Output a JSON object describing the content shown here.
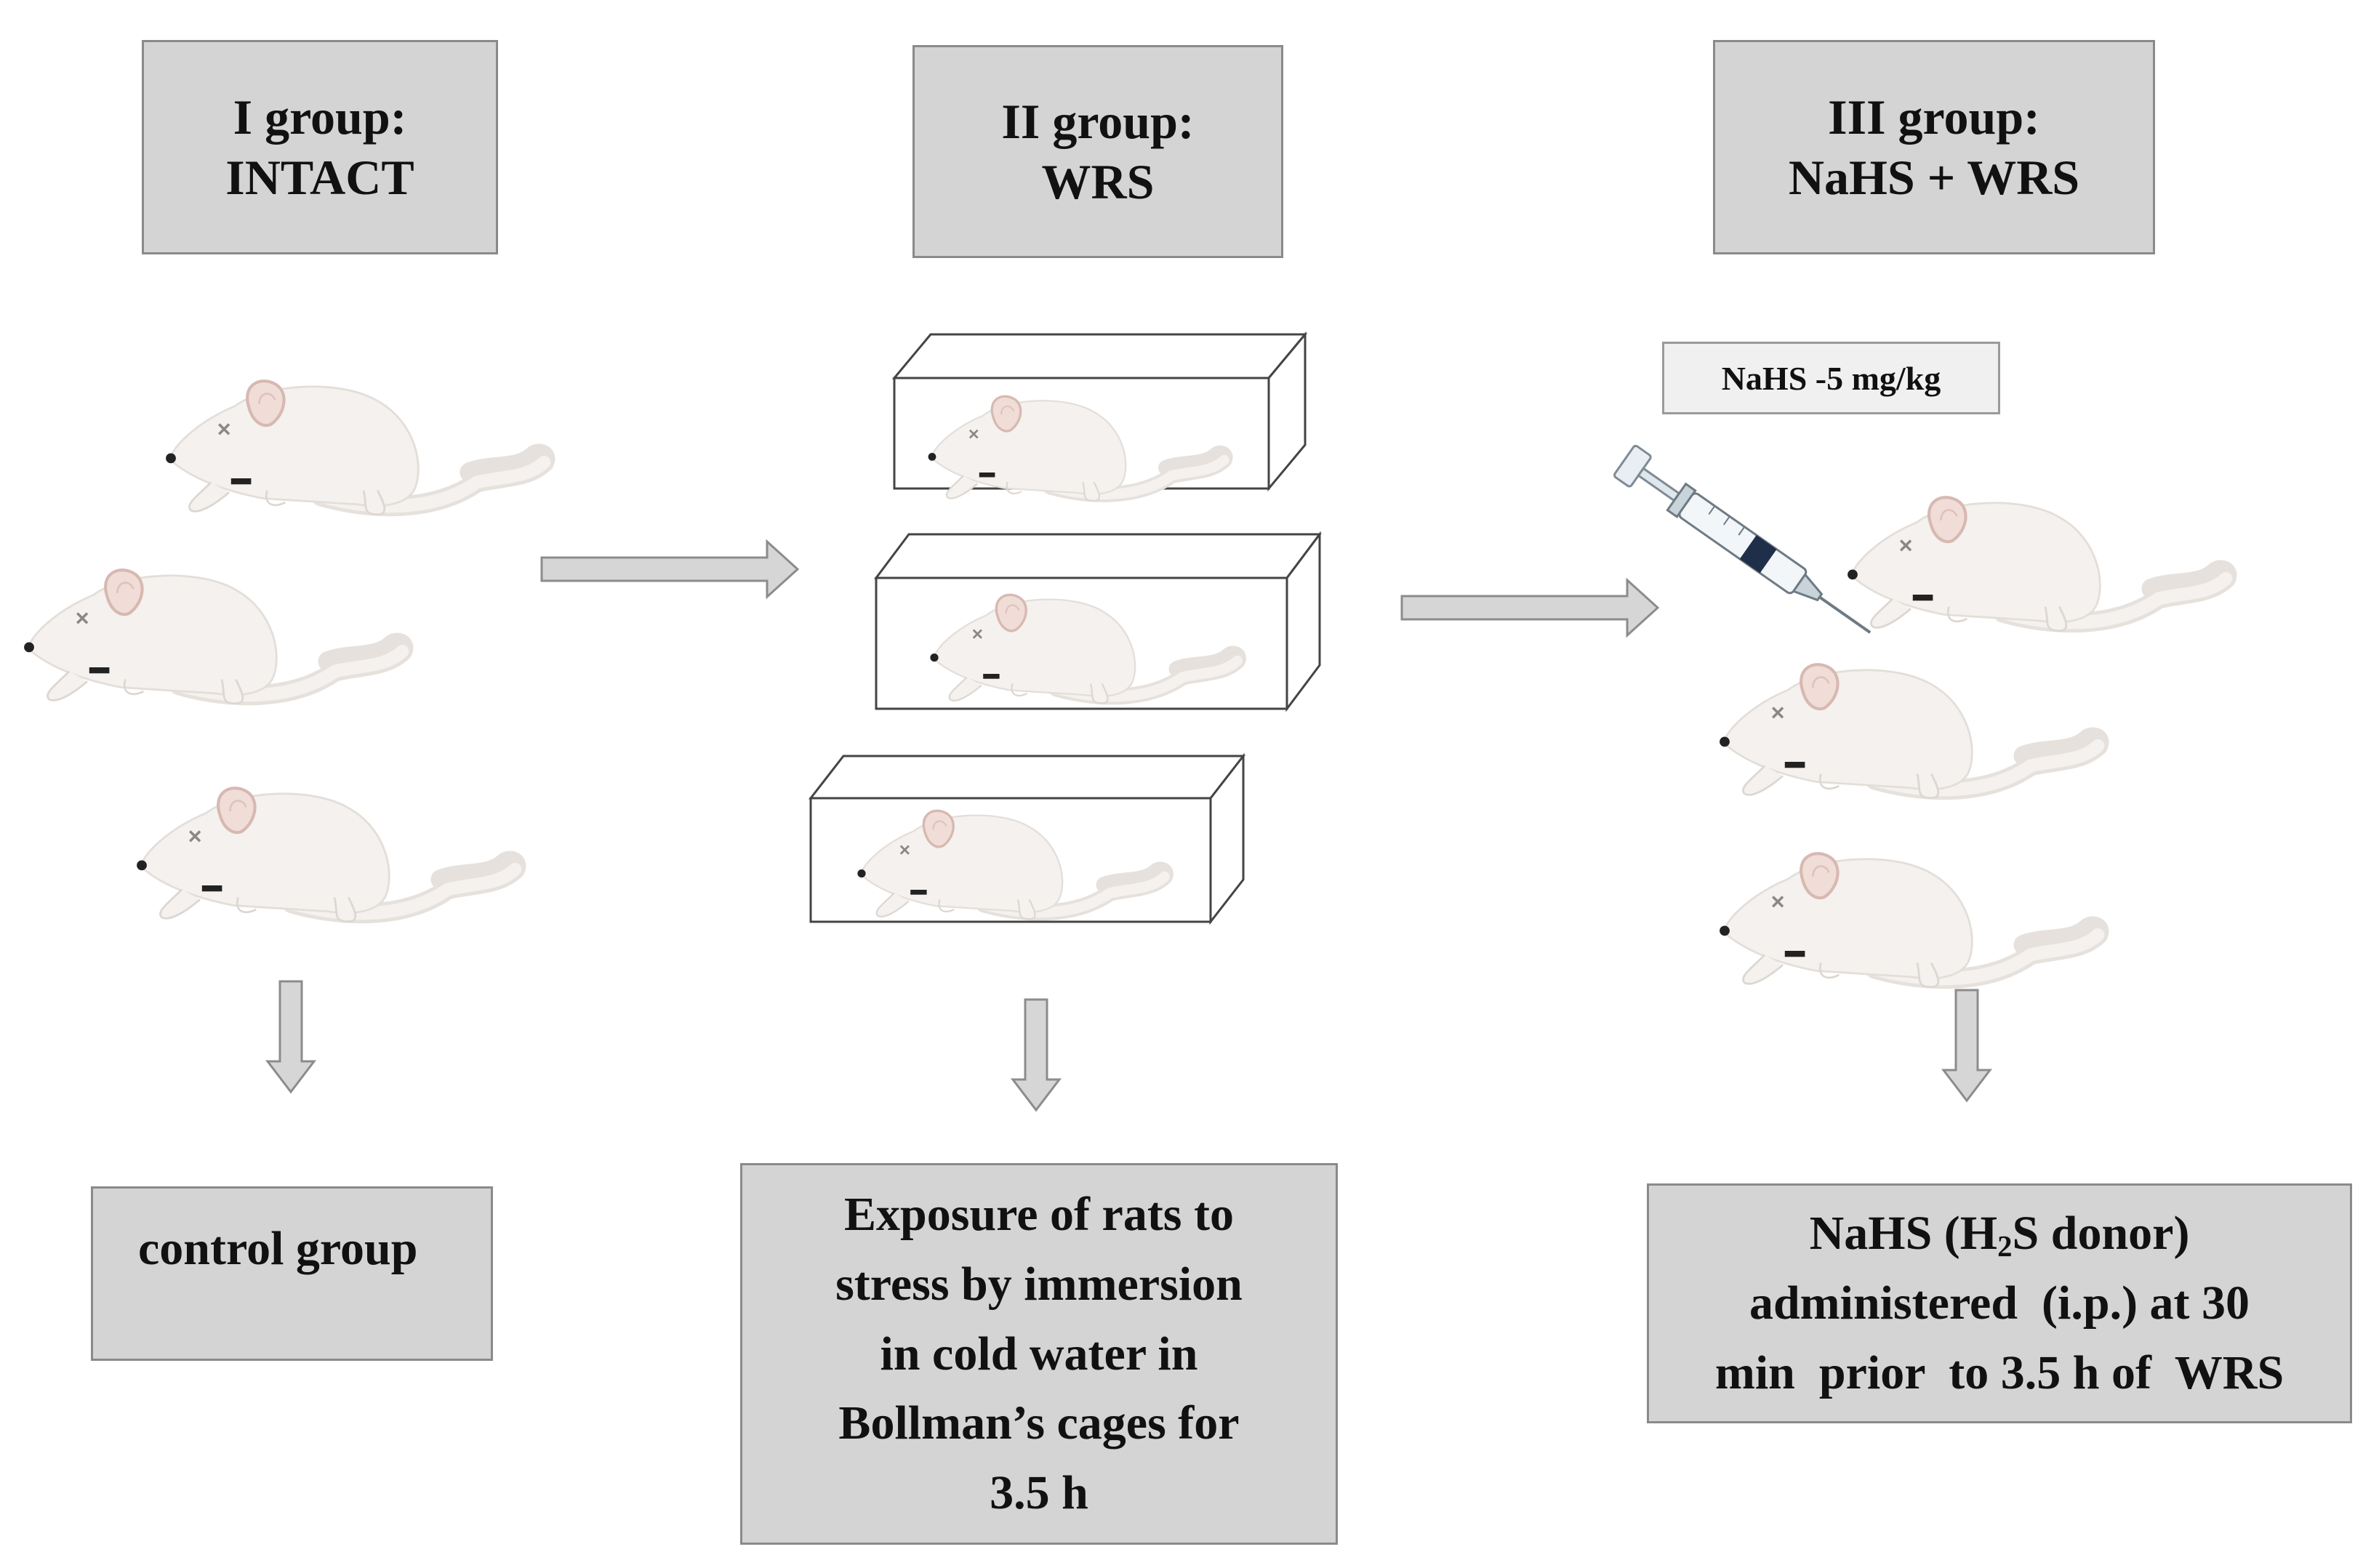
{
  "groups": [
    {
      "heading": "I group:",
      "name": "INTACT",
      "outcome": "control group"
    },
    {
      "heading": "II group:",
      "name": "WRS",
      "outcome_lines": [
        "Exposure of rats to",
        "stress by immersion",
        "in cold water in",
        "Bollman’s cages for",
        "3.5 h"
      ]
    },
    {
      "heading": "III group:",
      "name": "NaHS + WRS",
      "dose_label": "NaHS -5 mg/kg",
      "outcome_line1_pre": "NaHS (H",
      "outcome_line1_sub": "2",
      "outcome_line1_post": "S donor)",
      "outcome_line2": "administered  (i.p.) at 30",
      "outcome_line3": "min  prior  to 3.5 h of  WRS"
    }
  ],
  "icons": [
    "rat-icon",
    "restraint-cage-icon",
    "syringe-icon",
    "arrow-right-icon",
    "arrow-down-icon"
  ],
  "colors": {
    "box_fill": "#d4d4d4",
    "box_border": "#8a8a8a",
    "arrow_fill": "#d6d6d6",
    "arrow_stroke": "#8c8c8c",
    "rat_body": "#f4f1ee"
  }
}
